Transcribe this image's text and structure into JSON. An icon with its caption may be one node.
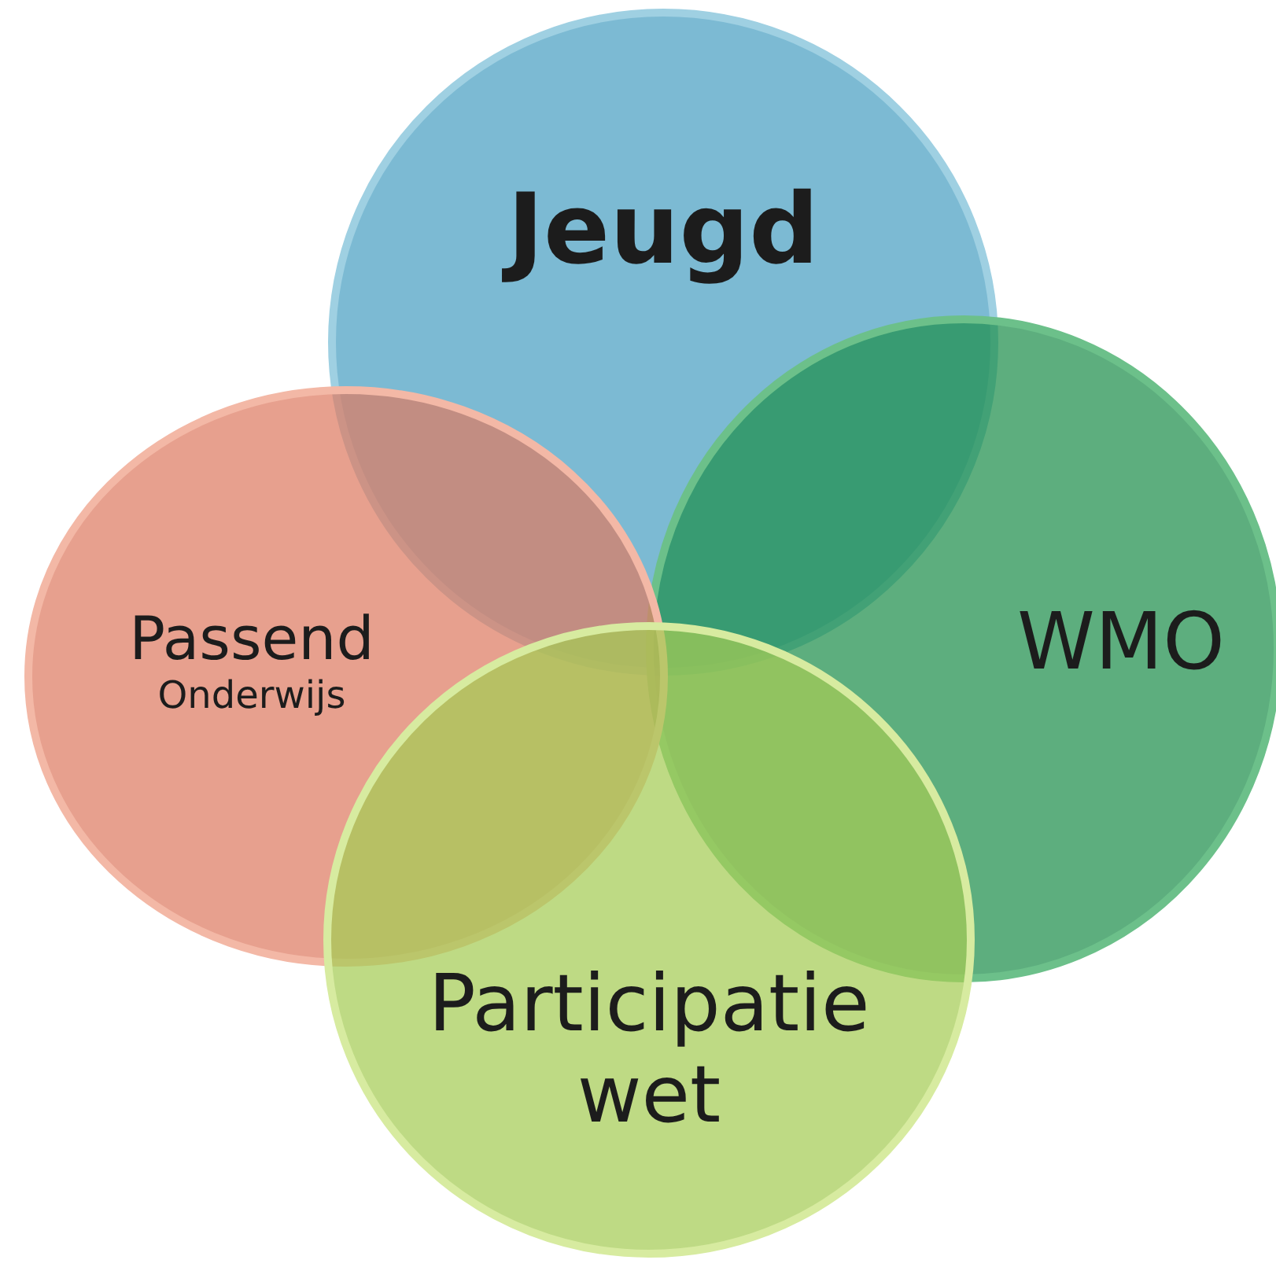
{
  "diagram": {
    "nodes": [
      {
        "text": [
          "Jeugd"
        ]
      },
      {
        "text": [
          "Passend",
          "Onderwijs"
        ]
      },
      {
        "text": [
          "WMO"
        ]
      },
      {
        "text": [
          "Participatie wet"
        ]
      }
    ],
    "edges": []
  }
}
